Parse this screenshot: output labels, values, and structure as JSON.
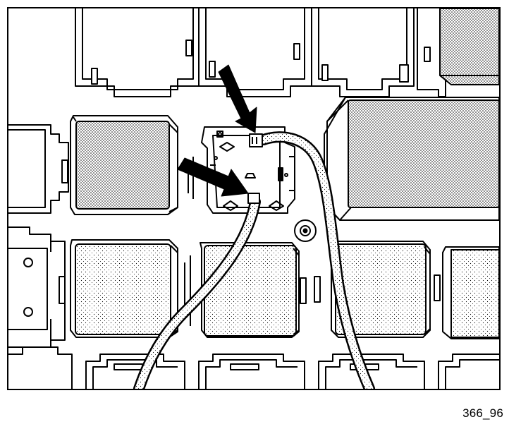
{
  "figure": {
    "caption": "366_96",
    "colors": {
      "ink": "#000000",
      "paper": "#ffffff",
      "shade": "#b0b0b0"
    },
    "content": {
      "subject": "relay-fuse-box-with-test-leads",
      "arrow_count": 2
    }
  }
}
